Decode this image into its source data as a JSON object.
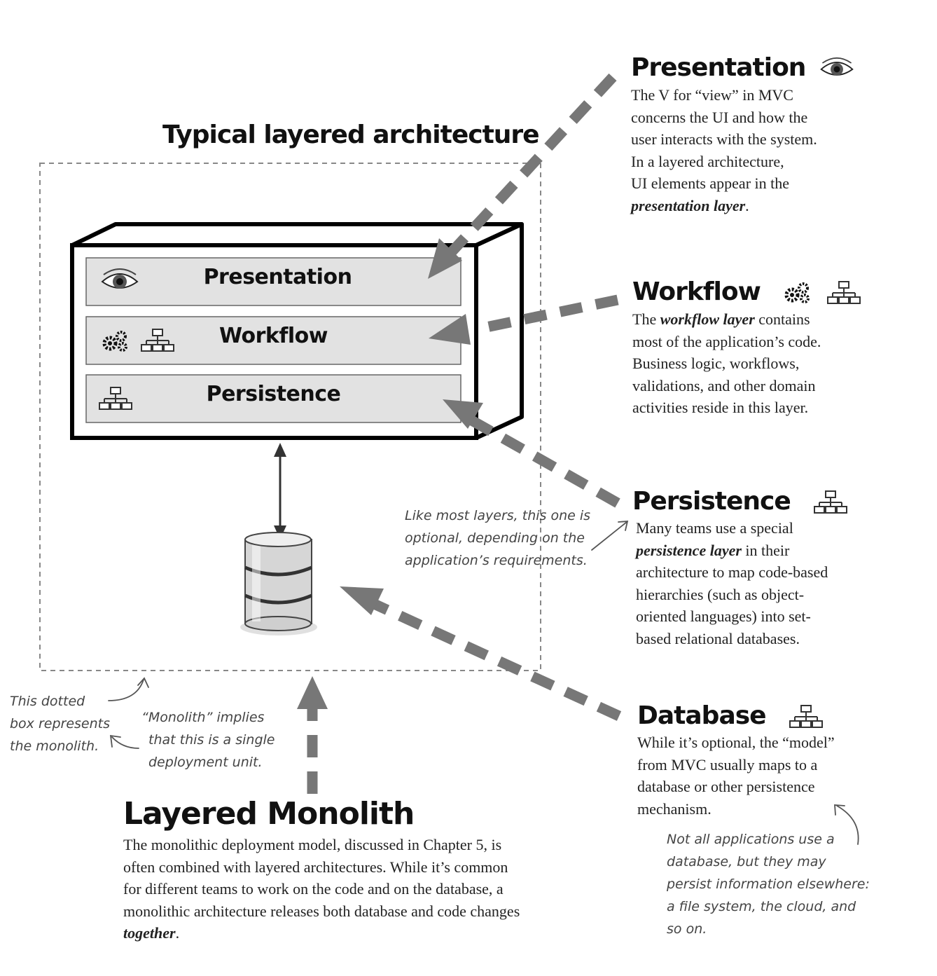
{
  "diagram_title": "Typical layered architecture",
  "stack": {
    "layers": [
      {
        "label": "Presentation",
        "icon": "eye-icon"
      },
      {
        "label": "Workflow",
        "icon": "gears-icon"
      },
      {
        "label": "Persistence",
        "icon": "hierarchy-icon"
      }
    ],
    "database_icon": "database-icon"
  },
  "callouts": {
    "presentation": {
      "title": "Presentation",
      "lines": [
        "The V for “view” in MVC",
        "concerns the UI and how the",
        "user interacts with the system.",
        "In a layered architecture,",
        "UI elements appear in the"
      ],
      "emph": "presentation layer",
      "tail": "."
    },
    "workflow": {
      "title": "Workflow",
      "line1_pre": "The ",
      "line1_emph": "workflow layer",
      "line1_post": " contains",
      "lines": [
        "most of the application’s code.",
        "Business logic, workflows,",
        "validations, and other domain",
        "activities reside in this layer."
      ]
    },
    "persistence": {
      "title": "Persistence",
      "line1": "Many teams use a special",
      "line2_emph": "persistence layer",
      "line2_post": " in their",
      "lines": [
        "architecture to map code-based",
        "hierarchies (such as object-",
        "oriented languages) into set-",
        "based relational databases."
      ]
    },
    "database": {
      "title": "Database",
      "lines": [
        "While it’s optional, the “model”",
        "from MVC usually maps to a",
        "database or other persistence",
        "mechanism."
      ]
    }
  },
  "notes": {
    "optional": [
      "Like most layers, this one is",
      "optional, depending on the",
      "application’s requirements."
    ],
    "dotted_box": [
      "This dotted",
      "box represents",
      "the monolith."
    ],
    "monolith_implies": [
      "“Monolith” implies",
      "that this is a single",
      "deployment unit."
    ],
    "not_all_apps": [
      "Not all applications use a",
      "database, but they may",
      "persist information elsewhere:",
      "a file system, the cloud, and",
      "so on."
    ]
  },
  "layered_monolith": {
    "title": "Layered Monolith",
    "lines": [
      "The monolithic deployment model, discussed in Chapter 5, is",
      "often combined with layered architectures. While it’s common",
      "for different teams to work on the code and on the database, a",
      "monolithic architecture releases both database and code changes"
    ],
    "emph": "together",
    "tail": "."
  },
  "colors": {
    "arrow": "#777777",
    "layer_fill": "#e2e2e2",
    "outline": "#000000",
    "dashed_box": "#888888"
  }
}
